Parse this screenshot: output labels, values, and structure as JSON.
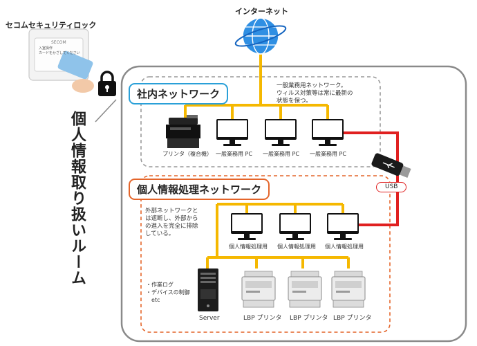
{
  "lock_product": {
    "caption": "セコムセキュリティロック",
    "device_logo": "SECOM",
    "device_screen_line1": "入室操作",
    "device_screen_line2": "カードをかざしてください"
  },
  "internet": {
    "label": "インターネット",
    "icon": "globe-icon"
  },
  "room": {
    "title": "個人情報取り扱いルーム",
    "icon": "padlock-icon"
  },
  "office_network": {
    "label": "社内ネットワーク",
    "note": "一般業務用ネットワーク。\nウィルス対策等は常に最新の\n状態を保つ。",
    "devices": [
      {
        "label": "プリンタ（複合機）",
        "icon": "multifunction-printer-icon"
      },
      {
        "label": "一般業務用 PC",
        "icon": "monitor-icon"
      },
      {
        "label": "一般業務用 PC",
        "icon": "monitor-icon"
      },
      {
        "label": "一般業務用 PC",
        "icon": "monitor-icon"
      }
    ]
  },
  "usb": {
    "label": "USB",
    "icon": "usb-drive-icon"
  },
  "personal_network": {
    "label": "個人情報処理ネットワーク",
    "note": "外部ネットワークと\nは遮断し、外部から\nの進入を完全に排除\nしている。",
    "pcs": [
      {
        "label": "個人情報処理用",
        "icon": "monitor-icon"
      },
      {
        "label": "個人情報処理用",
        "icon": "monitor-icon"
      },
      {
        "label": "個人情報処理用",
        "icon": "monitor-icon"
      }
    ],
    "server": {
      "label": "Server",
      "icon": "server-tower-icon"
    },
    "printers": [
      {
        "label": "LBP プリンタ",
        "icon": "laser-printer-icon"
      },
      {
        "label": "LBP プリンタ",
        "icon": "laser-printer-icon"
      },
      {
        "label": "LBP プリンタ",
        "icon": "laser-printer-icon"
      }
    ],
    "features": [
      "・作業ログ",
      "・デバイスの制御",
      "　etc"
    ]
  },
  "colors": {
    "lan_cable": "#f5b800",
    "usb_path": "#e02020",
    "office_border": "#2aa0d8",
    "personal_border": "#e4652a",
    "room_border": "#8a8a8a"
  }
}
